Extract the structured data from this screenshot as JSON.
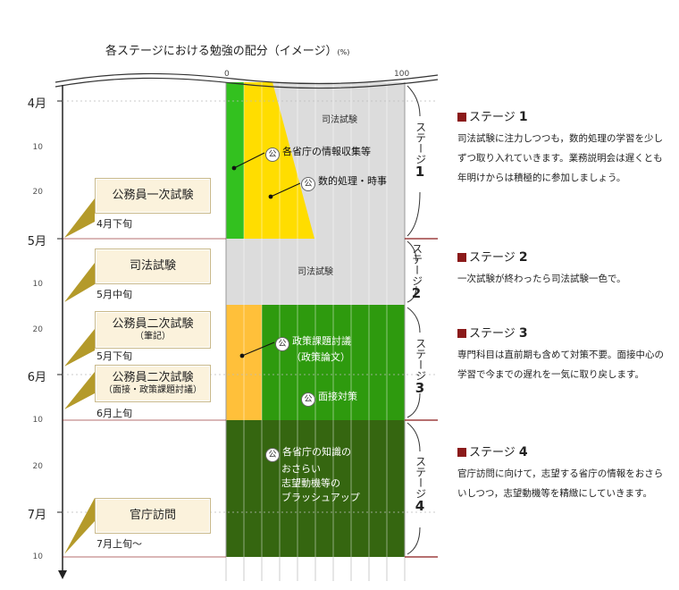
{
  "title": "各ステージにおける勉強の配分（イメージ）",
  "title_unit": "(%)",
  "axis": {
    "min_label": "0",
    "max_label": "100"
  },
  "months": [
    "4月",
    "5月",
    "6月",
    "7月"
  ],
  "day_ticks": [
    "10",
    "20",
    "10",
    "20",
    "10",
    "20",
    "10"
  ],
  "zones": {
    "shiho_top": "司法試験",
    "kakusho_joho": "各省庁の情報収集等",
    "suteki": "数的処理・時事",
    "shiho_stage2": "司法試験",
    "seisaku_1": "政策課題討議",
    "seisaku_2": "（政策論文）",
    "mensetsu": "面接対策",
    "chishiki_1": "各省庁の知識の",
    "chishiki_2": "おさらい",
    "shibo_1": "志望動機等の",
    "shibo_2": "ブラッシュアップ",
    "kou_symbol": "公"
  },
  "events": [
    {
      "label": "公務員一次試験",
      "sub": "",
      "date": "4月下旬"
    },
    {
      "label": "司法試験",
      "sub": "",
      "date": "5月中旬"
    },
    {
      "label": "公務員二次試験",
      "sub": "（筆記）",
      "date": "5月下旬"
    },
    {
      "label": "公務員二次試験",
      "sub": "（面接・政策課題討議）",
      "date": "6月上旬"
    },
    {
      "label": "官庁訪問",
      "sub": "",
      "date": "7月上旬〜"
    }
  ],
  "stages": [
    {
      "word": "ステージ",
      "num": "1",
      "heading": "ステージ",
      "text": "司法試験に注力しつつも，数的処理の学習を少しずつ取り入れていきます。業務説明会は遅くとも年明けからは積極的に参加しましょう。"
    },
    {
      "word": "ステージ",
      "num": "2",
      "heading": "ステージ",
      "text": "一次試験が終わったら司法試験一色で。"
    },
    {
      "word": "ステージ",
      "num": "3",
      "heading": "ステージ",
      "text": "専門科目は直前期も含めて対策不要。面接中心の学習で今までの遅れを一気に取り戻します。"
    },
    {
      "word": "ステージ",
      "num": "4",
      "heading": "ステージ",
      "text": "官庁訪問に向けて，志望する省庁の情報をおさらいしつつ，志望動機等を精緻にしていきます。"
    }
  ],
  "colors": {
    "stage_line": "#8b1a1a",
    "gray": "#dcdcdc",
    "green_bright": "#33c11f",
    "yellow": "#ffdd00",
    "orange": "#ffc03a",
    "green_mid": "#2e9a0e",
    "green_dark": "#356610",
    "box_fill": "#fbf2dc",
    "box_arrow": "#b49a2a"
  }
}
